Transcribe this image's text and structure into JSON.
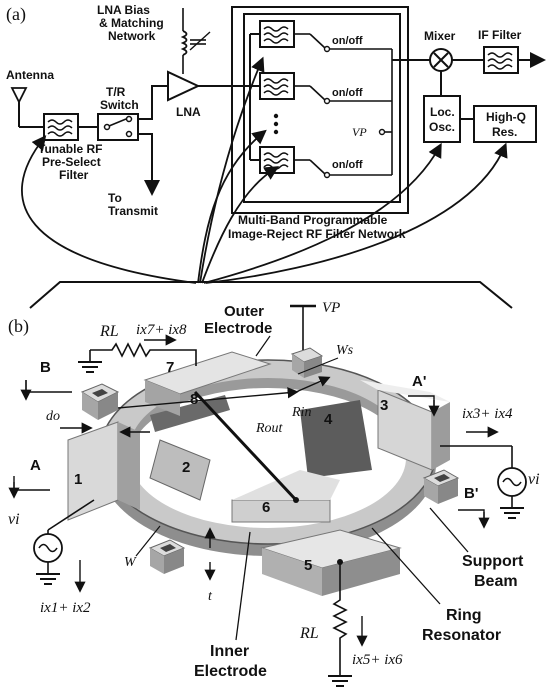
{
  "panel_a": {
    "label": "(a)",
    "antenna": "Antenna",
    "lna_bias_1": "LNA Bias",
    "lna_bias_2": "& Matching",
    "lna_bias_3": "Network",
    "tr_1": "T/R",
    "tr_2": "Switch",
    "lna": "LNA",
    "tunable_1": "Tunable RF",
    "tunable_2": "Pre-Select",
    "tunable_3": "Filter",
    "to_transmit_1": "To",
    "to_transmit_2": "Transmit",
    "switch_label": "on/off",
    "vp_small": "VP",
    "mixer": "Mixer",
    "if_filter": "IF Filter",
    "loc_osc_1": "Loc.",
    "loc_osc_2": "Osc.",
    "highq_1": "High-Q",
    "highq_2": "Res.",
    "multiband_1": "Multi-Band Programmable",
    "multiband_2": "Image-Reject RF Filter Network"
  },
  "panel_b": {
    "label": "(b)",
    "outer_electrode_1": "Outer",
    "outer_electrode_2": "Electrode",
    "inner_electrode_1": "Inner",
    "inner_electrode_2": "Electrode",
    "support_beam_1": "Support",
    "support_beam_2": "Beam",
    "ring_resonator_1": "Ring",
    "ring_resonator_2": "Resonator",
    "vp": "VP",
    "rl": "RL",
    "ws": "Ws",
    "do": "do",
    "w": "W",
    "t": "t",
    "rout": "Rout",
    "rin": "Rin",
    "vi": "vi",
    "i78": "ix7+ ix8",
    "i34": "ix3+ ix4",
    "i12": "ix1+ ix2",
    "i56": "ix5+ ix6",
    "A": "A",
    "A_prime": "A'",
    "B": "B",
    "B_prime": "B'",
    "electrodes": [
      "1",
      "2",
      "3",
      "4",
      "5",
      "6",
      "7",
      "8"
    ]
  }
}
